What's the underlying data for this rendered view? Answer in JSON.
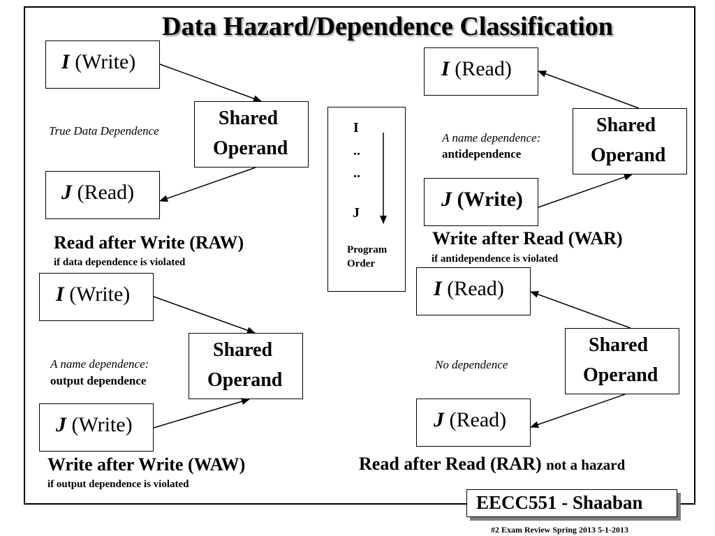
{
  "slide": {
    "title": "Data Hazard/Dependence Classification",
    "shared_line1": "Shared",
    "shared_line2": "Operand"
  },
  "raw": {
    "i_letter": "I",
    "i_op": "(Write)",
    "j_letter": "J",
    "j_op": "(Read)",
    "dependence": "True Data Dependence",
    "name": "Read after Write  (RAW)",
    "condition": "if data dependence is violated"
  },
  "war": {
    "i_letter": "I",
    "i_op": "(Read)",
    "j_letter": "J",
    "j_op": "(Write)",
    "dependence_line1": "A name dependence:",
    "dependence_line2": "antidependence",
    "name": "Write after Read (WAR)",
    "condition": "if antidependence is violated"
  },
  "waw": {
    "i_letter": "I",
    "i_op": "(Write)",
    "j_letter": "J",
    "j_op": "(Write)",
    "dependence_line1": "A name dependence:",
    "dependence_line2": "output dependence",
    "name": "Write after Write  (WAW)",
    "condition": "if  output dependence is violated"
  },
  "rar": {
    "i_letter": "I",
    "i_op": "(Read)",
    "j_letter": "J",
    "j_op": "(Read)",
    "dependence": "No dependence",
    "name": "Read after Read  (RAR)",
    "suffix": "not a hazard"
  },
  "program_order": {
    "top": "I",
    "dots1": "..",
    "dots2": "..",
    "bottom": "J",
    "label_line1": "Program",
    "label_line2": "Order"
  },
  "footer": {
    "title": "EECC551 - Shaaban",
    "subtitle": "#2   Exam Review Spring 2013  5-1-2013"
  }
}
